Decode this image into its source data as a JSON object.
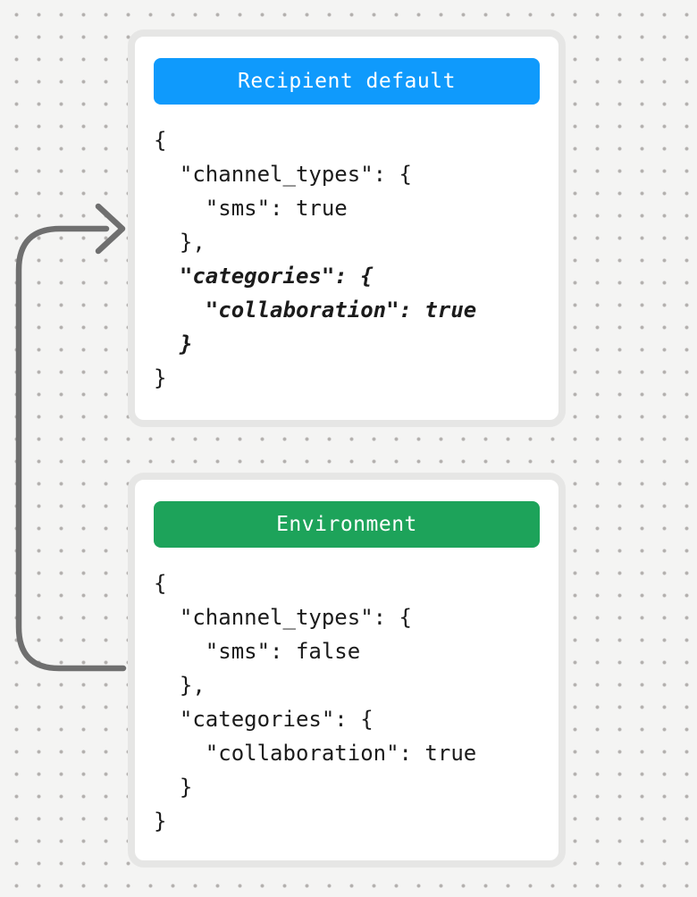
{
  "canvas": {
    "background_color": "#f4f4f3",
    "dot_color": "#b3b0ae"
  },
  "arrow": {
    "color": "#6f6f6f"
  },
  "cards": [
    {
      "header": {
        "label": "Recipient default",
        "color": "#0f9afc",
        "text_color": "#ffffff"
      },
      "lines": [
        {
          "text": "{",
          "em": false
        },
        {
          "text": "  \"channel_types\": {",
          "em": false
        },
        {
          "text": "    \"sms\": true",
          "em": false
        },
        {
          "text": "  },",
          "em": false
        },
        {
          "text": "  \"categories\": {",
          "em": true
        },
        {
          "text": "    \"collaboration\": true",
          "em": true
        },
        {
          "text": "  }",
          "em": true
        },
        {
          "text": "}",
          "em": false
        }
      ]
    },
    {
      "header": {
        "label": "Environment",
        "color": "#1da35a",
        "text_color": "#ffffff"
      },
      "lines": [
        {
          "text": "{",
          "em": false
        },
        {
          "text": "  \"channel_types\": {",
          "em": false
        },
        {
          "text": "    \"sms\": false",
          "em": false
        },
        {
          "text": "  },",
          "em": false
        },
        {
          "text": "  \"categories\": {",
          "em": false
        },
        {
          "text": "    \"collaboration\": true",
          "em": false
        },
        {
          "text": "  }",
          "em": false
        },
        {
          "text": "}",
          "em": false
        }
      ]
    }
  ]
}
